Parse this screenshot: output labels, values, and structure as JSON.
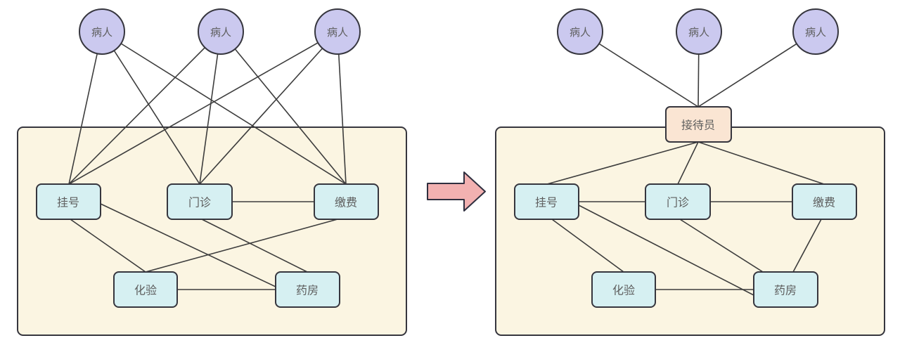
{
  "colors": {
    "background": "#ffffff",
    "container_fill": "#fbf5e2",
    "container_border": "#3a3a42",
    "patient_fill": "#cbc9ef",
    "patient_border": "#3a3a4a",
    "service_fill": "#d6f0f2",
    "service_border": "#33333b",
    "receptionist_fill": "#fae5d3",
    "arrow_fill": "#f2b1b1",
    "arrow_border": "#2f2f3f",
    "connector": "#3d3d3d",
    "label_text": "#5e5e5e"
  },
  "left": {
    "patients": [
      "病人",
      "病人",
      "病人"
    ],
    "services": {
      "registration": "挂号",
      "clinic": "门诊",
      "payment": "缴费",
      "lab": "化验",
      "pharmacy": "药房"
    }
  },
  "right": {
    "patients": [
      "病人",
      "病人",
      "病人"
    ],
    "receptionist": "接待员",
    "services": {
      "registration": "挂号",
      "clinic": "门诊",
      "payment": "缴费",
      "lab": "化验",
      "pharmacy": "药房"
    }
  }
}
